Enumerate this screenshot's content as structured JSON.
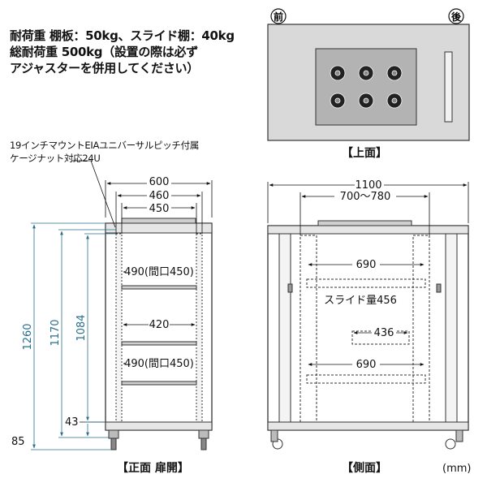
{
  "notes": {
    "load_line1": "耐荷重 棚板：50kg、スライド棚：40kg",
    "load_line2": "総耐荷重 500kg（設置の際は必ず",
    "load_line3": "アジャスターを併用してください）",
    "mount_line1": "19インチマウントEIAユニバーサルピッチ付属",
    "mount_line2": "ケージナット対応24U"
  },
  "top_view": {
    "front_label": "前",
    "back_label": "後",
    "caption": "【上面】"
  },
  "front_view": {
    "caption": "【正面 扉開】",
    "dims": {
      "outer_width": "600",
      "inner_width": "460",
      "rail_width": "450",
      "shelf_upper": "490(間口450)",
      "shelf_mid": "420",
      "shelf_lower": "490(間口450)",
      "total_height": "1260",
      "rail_height": "1170",
      "usable_height": "1084",
      "base_offset": "43",
      "foot_height": "85"
    }
  },
  "side_view": {
    "caption": "【側面】",
    "dims": {
      "outer_depth": "1100",
      "rail_range": "700〜780",
      "upper_span": "690",
      "slide_label": "スライド量456",
      "slide_width": "436",
      "lower_span": "690"
    }
  },
  "unit_label": "(mm)",
  "colors": {
    "top_panel": "#d9d9d9",
    "fan_panel": "#b3b3b3",
    "dim_vertical": "#2a6f8e",
    "outline": "#333333"
  }
}
